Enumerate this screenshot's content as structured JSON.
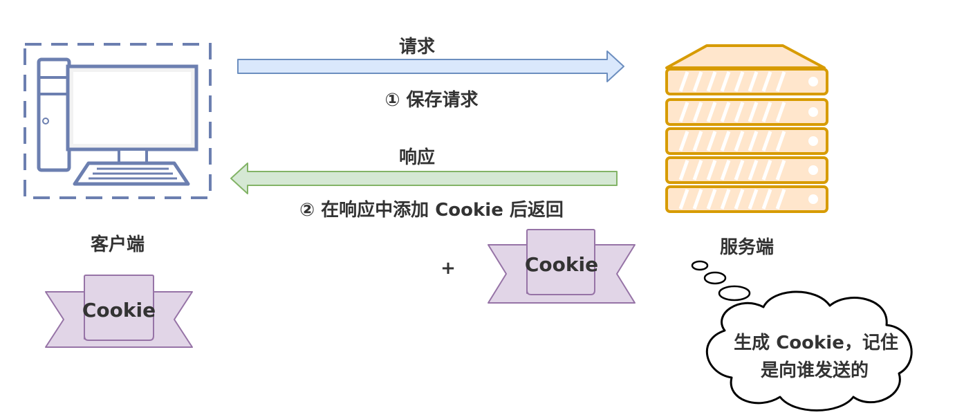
{
  "request": {
    "label": "请求",
    "step": "① 保存请求"
  },
  "response": {
    "label": "响应",
    "step": "② 在响应中添加 Cookie 后返回"
  },
  "client": {
    "label": "客户端",
    "cookie_label": "Cookie"
  },
  "server": {
    "label": "服务端",
    "thought_line1": "生成 Cookie，记住",
    "thought_line2": "是向谁发送的"
  },
  "transfer": {
    "plus": "+",
    "cookie_label": "Cookie"
  },
  "colors": {
    "request_arrow_fill": "#dae8fc",
    "request_arrow_stroke": "#6c8ebf",
    "response_arrow_fill": "#d5e8d4",
    "response_arrow_stroke": "#82b366",
    "computer_stroke": "#6c7fb0",
    "server_fill": "#ffe6cc",
    "server_stroke": "#d79b00",
    "cookie_fill": "#e1d5e7",
    "cookie_stroke": "#9673a6",
    "text": "#333333"
  },
  "icons": [
    "computer-icon",
    "server-icon",
    "cookie-ribbon-icon",
    "thought-cloud-icon"
  ]
}
